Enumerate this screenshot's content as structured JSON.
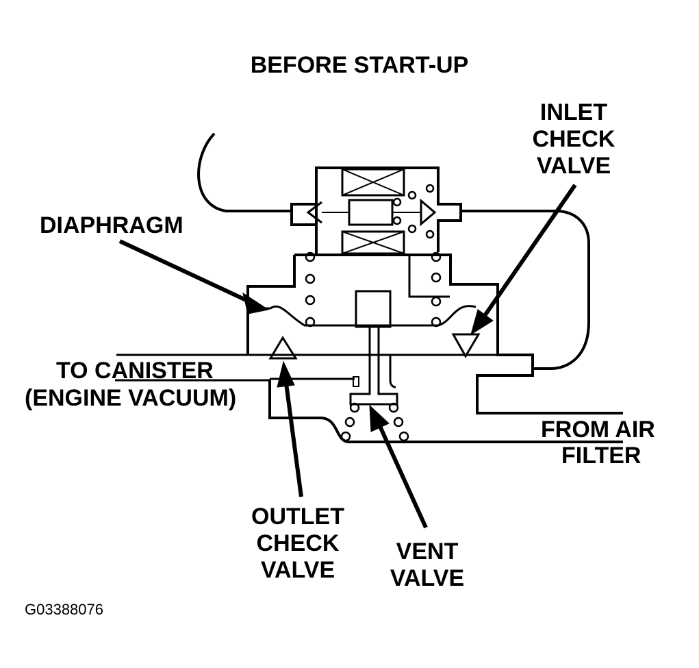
{
  "title": "BEFORE START-UP",
  "labels": {
    "inlet_check_valve": [
      "INLET",
      "CHECK",
      "VALVE"
    ],
    "diaphragm": [
      "DIAPHRAGM"
    ],
    "to_canister": [
      "TO CANISTER",
      "(ENGINE VACUUM)"
    ],
    "from_air_filter": [
      "FROM AIR",
      "FILTER"
    ],
    "outlet_check_valve": [
      "OUTLET",
      "CHECK",
      "VALVE"
    ],
    "vent_valve": [
      "VENT",
      "VALVE"
    ]
  },
  "figure_code": "G03388076",
  "colors": {
    "ink": "#000000",
    "background": "#ffffff"
  }
}
